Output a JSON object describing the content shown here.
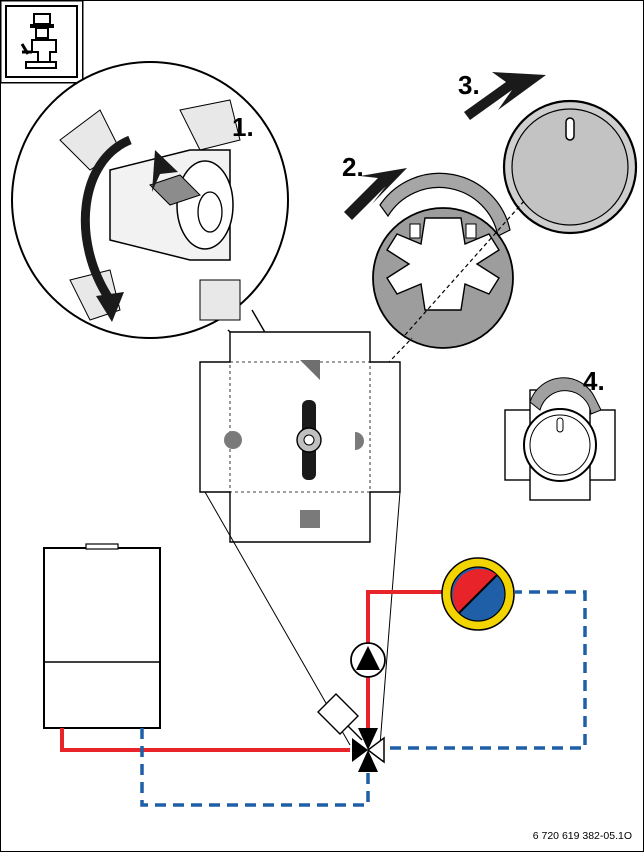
{
  "steps": {
    "s1": "1.",
    "s2": "2.",
    "s3": "3.",
    "s4": "4."
  },
  "doc_number": "6 720 619 382-05.1O",
  "icons": {
    "corner": "service-technician-icon",
    "pump": "pump-icon",
    "mixer": "three-way-mixing-valve-icon",
    "actuator": "valve-actuator-icon",
    "emitter": "heat-consumer-icon"
  },
  "colors": {
    "flow": "#e8232a",
    "return": "#1f5fa8",
    "knob": "#c8c8c8",
    "adapter": "#9a9a9a",
    "emitter_ring": "#f2d400"
  }
}
